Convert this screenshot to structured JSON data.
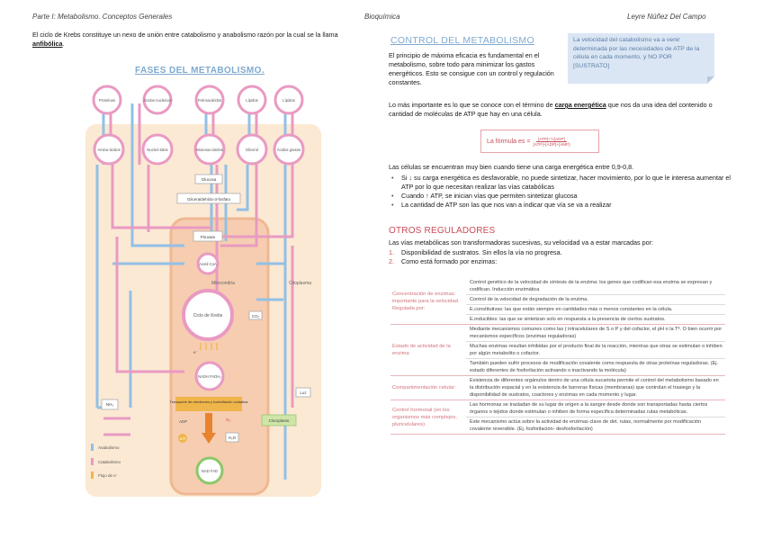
{
  "header": {
    "left": "Parte I: Metabolismo. Conceptos Generales",
    "center": "Bioquímica",
    "right": "Leyre Núñez Del Campo"
  },
  "intro": {
    "text": "El ciclo de Krebs constituye un nexo de unión entre catabolismo y anabolismo razón por la cual se la llama ",
    "bold": "anfibólica",
    "end": "."
  },
  "diagram": {
    "title": "FASES DEL METABOLISMO.",
    "top_nodes": [
      "Proteínas",
      "Ácidos nucleicos",
      "Poli-sacáridos",
      "Lípidos",
      "Lípidos"
    ],
    "mid_nodes": [
      "Amino-ácidos",
      "Nucleó-tidos",
      "Monosa-cáridos",
      "Glicerol",
      "Ácidos grasos"
    ],
    "glucosa": "Glucosa",
    "g3p": "Gliceraldehído-3-fosfato",
    "piruvato": "Piruvato",
    "acetil": "Acetil CoA",
    "mitocondria": "Mitocondria",
    "citoplasma": "Citoplasma",
    "krebs": "Ciclo de Krebs",
    "co2": "CO₂",
    "nadh": "NADH FADH₂",
    "e_label": "e⁻",
    "transport": "Transporte de electrones y fosforilación oxidativa",
    "adp": "ADP",
    "atp": "ATP",
    "o2": "O₂",
    "h2o": "H₂O",
    "nad": "NAD FAD",
    "luz": "Luz",
    "cloroplasto": "Cloroplasto",
    "nh3": "NH₃",
    "legend": [
      "Anabolismo",
      "Catabolismo",
      "Flujo de e⁻"
    ]
  },
  "control": {
    "heading": "CONTROL DEL METABOLISMO",
    "note": "La velocidad del catabolismo va a venir determinada por las necesidades de ATP de la célula en cada momento, y NO POR [SUSTRATO]",
    "p1": "El principio de máxima eficacia es fundamental en el metabolismo, sobre todo para minimizar los gastos energéticos. Esto se consigue con un control y regulación constantes.",
    "p2_a": "Lo más importante es lo que se conoce con el término de ",
    "p2_bold": "carga energética",
    "p2_b": " que nos da una idea del contenido o cantidad de moléculas de ATP que hay en una célula.",
    "formula_label": "La fórmula es =",
    "formula_num": "[ATP]+½[ADP]",
    "formula_den": "[ATP]+[ADP]+[AMP]",
    "p3": "Las células se encuentran muy bien cuando tiene una carga energética entre 0,9-0,8.",
    "bullets": [
      "Si ↓ su carga energética es desfavorable, no puede sintetizar, hacer movimiento, por lo que le interesa aumentar el ATP por lo que necesitan realizar las vías catabólicas",
      "Cuando ↑ ATP, se inician vías que permiten sintetizar glucosa",
      "La cantidad de ATP son las que nos van a indicar que vía se va a realizar"
    ]
  },
  "otros": {
    "heading": "OTROS REGULADORES",
    "intro": "Las vías metabólicas son transformadoras sucesivas, su velocidad va a estar marcadas por:",
    "items": [
      {
        "num": "1.",
        "text": "Disponibilidad de sustratos. Sin ellos la vía no progresa."
      },
      {
        "num": "2.",
        "text": "Como está formado por enzimas:"
      }
    ]
  },
  "table": {
    "rows": [
      {
        "label": "Concentración de enzimas: importante para la velocidad. Regulada por:",
        "texts": [
          "Control genético de la velocidad de síntesis de la enzima: los genes que codifican esa enzima se expresan y codifican. Inducción enzimática",
          "Control de la velocidad de degradación de la enzima.",
          "E.constitutivas: las que están siempre en cantidades más o menos constantes en la célula.",
          "E.inducibles: las que se sintetizan solo en respuesta a la presencia de ciertos sustratos."
        ]
      },
      {
        "label": "Estado de actividad de la enzima",
        "texts": [
          "Mediante mecanismos comunes como las ( intracelulares de S o P y del cofactor, el pH o la Tª. O bien ocurrir por mecanismos específicos (enzimas reguladoras)",
          "Muchas enzimas resultan inhibidas por el producto final de la reacción, mientras que otras se estimulan o inhiben por algún metabolito o cofactor.",
          "También pueden sufrir procesos de modificación covalente como respuesta de otras proteínas reguladoras. (Ej. estado diferentes de fosforilación activando o inactivando la molécula)"
        ]
      },
      {
        "label": "Compartimentación celular:",
        "texts": [
          "Existencia de diferentes orgánulos dentro de una célula eucariota permite el control del metabolismo basado en la distribución espacial y en la existencia de barreras físicas (membranas) que controlan el trasiego y la disponibilidad de sustratos, coactores y enzimas en cada momento y lugar."
        ]
      },
      {
        "label": "Control hormonal (en los organismos más complejos, pluricelulares)",
        "texts": [
          "Las hormonas se trasladan de su lugar de origen a la sangre desde donde son transportadas hasta ciertos órganos o tejidos donde estimulan o inhiben de forma específica determinadas rutas metabólicas.",
          "Este mecanismo actúa sobre la actividad de enzimas clave de det. rutas, normalmente por modificación covalente reversible. (Ej. fosforilación- desfosforilación)"
        ]
      }
    ]
  }
}
